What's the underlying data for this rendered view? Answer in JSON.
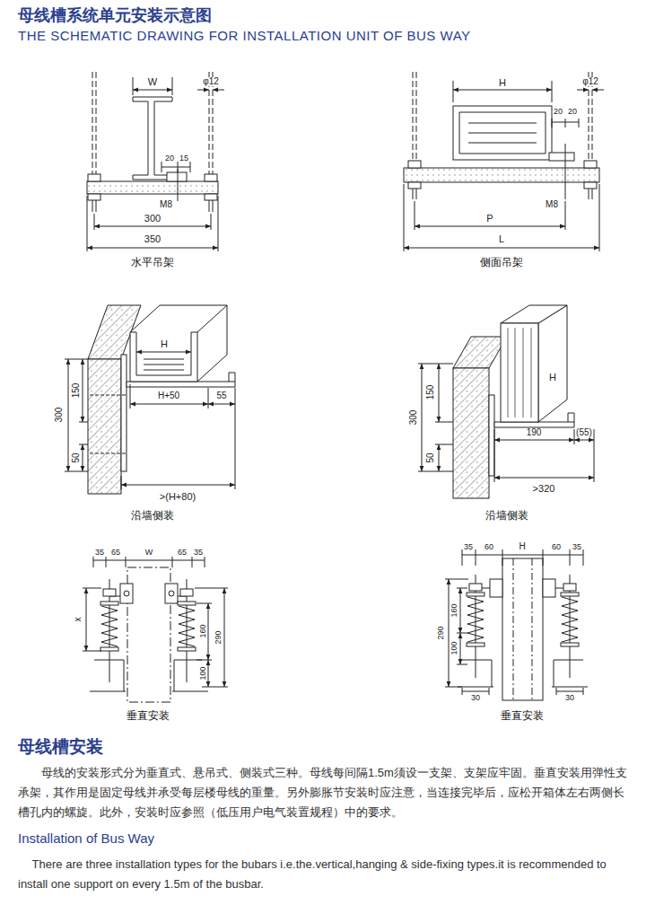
{
  "diagram": {
    "title": "母线槽系统单元安装示意图",
    "labels": [
      "THE SCHEMATIC DRAWING FOR INSTALLATION UNIT OF BUS WAY",
      "W",
      "φ12",
      "20",
      "15",
      "M8",
      "300",
      "350",
      "水平吊架",
      "H",
      "φ12",
      "20",
      "20",
      "M8",
      "P",
      "L",
      "侧面吊架",
      "H",
      "H+50",
      "55",
      "300",
      "150",
      "50",
      ">(H+80)",
      "沿墙侧装",
      "H",
      "300",
      "150",
      "50",
      "190",
      "(55)",
      ">320",
      "沿墙侧装",
      "35",
      "65",
      "W",
      "65",
      "35",
      "x",
      "160",
      "290",
      "100",
      "垂直安装",
      "35",
      "60",
      "H",
      "60",
      "35",
      "290",
      "160",
      "100",
      "30",
      "30",
      "垂直安装",
      "母线槽安装",
      "母线的安装形式分为垂直式、悬吊式、侧装式三种。母线每间隔1.5m须设一支架、支架应牢固。垂直安装用弹性支承架，其作用是固定母线并承受每层楼母线的重量。另外膨胀节安装时应注意，当连接完毕后，应松开箱体左右两侧长槽孔内的螺旋。此外，安装时应参照（低压用户电气装置规程）中的要求。",
      "Installation of Bus Way",
      "There are three installation types for the bubars i.e.the.vertical,hanging & side-fixing types.it is recommended to install one support on every 1.5m of the busbar."
    ]
  }
}
